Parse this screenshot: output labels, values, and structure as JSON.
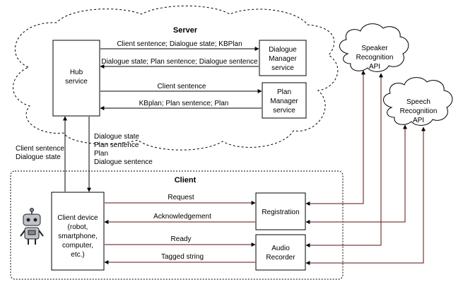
{
  "server": {
    "title": "Server"
  },
  "client": {
    "title": "Client"
  },
  "hub": {
    "lines": [
      "Hub",
      "service"
    ]
  },
  "dialogue_manager": {
    "lines": [
      "Dialogue",
      "Manager",
      "service"
    ]
  },
  "plan_manager": {
    "lines": [
      "Plan",
      "Manager",
      "service"
    ]
  },
  "client_device": {
    "lines": [
      "Client device",
      "(robot,",
      "smartphone,",
      "computer,",
      "etc.)"
    ]
  },
  "registration": {
    "label": "Registration"
  },
  "audio_recorder": {
    "lines": [
      "Audio",
      "Recorder"
    ]
  },
  "speaker_api": {
    "lines": [
      "Speaker",
      "Recognition",
      "API"
    ]
  },
  "speech_api": {
    "lines": [
      "Speech",
      "Recognition",
      "API"
    ]
  },
  "edges": {
    "hub_to_dm": "Client sentence; Dialogue state; KBPlan",
    "dm_to_hub": "Dialogue state; Plan sentence; Dialogue sentence",
    "hub_to_pm": "Client sentence",
    "pm_to_hub": "KBplan; Plan sentence; Plan",
    "client_to_hub": [
      "Client sentence",
      "Dialogue state"
    ],
    "hub_to_client": [
      "Dialogue state",
      "Plan sentence",
      "Plan",
      "Dialogue sentence"
    ],
    "request": "Request",
    "acknowledgement": "Acknowledgement",
    "ready": "Ready",
    "tagged_string": "Tagged string"
  },
  "colors": {
    "arrow_dark": "#000000",
    "arrow_brown": "#5a1010",
    "stroke": "#000000"
  }
}
